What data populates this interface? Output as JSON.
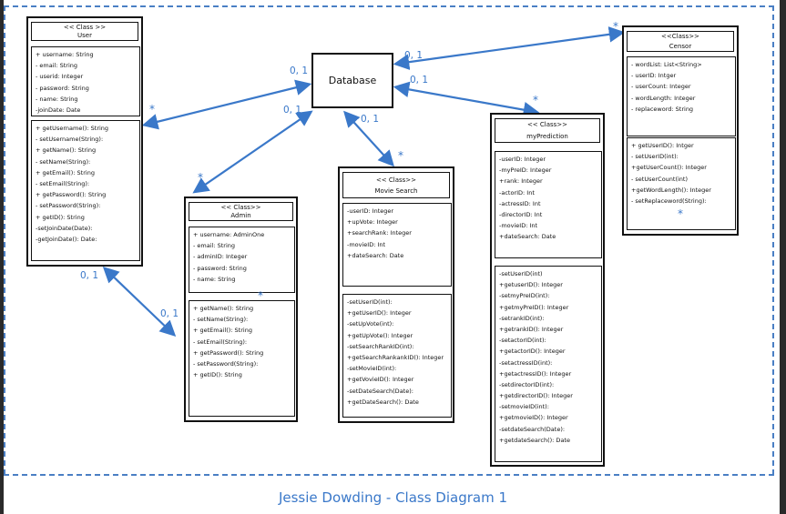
{
  "title": "Jessie Dowding - Class Diagram 1",
  "database_label": "Database",
  "classes": {
    "user": {
      "stereotype": "<< Class >>",
      "name": "User",
      "attributes": [
        "+ username: String",
        "- email: String",
        "- userid: Integer",
        "- password: String",
        "- name: String",
        "-joinDate: Date"
      ],
      "methods": [
        "+ getUsername(): String",
        "- setUsername(String):",
        "+ getName(): String",
        "- setName(String):",
        "+ getEmail(): String",
        "- setEmail(String):",
        "+ getPassword(): String",
        "- setPassword(String):",
        "+ getID(): String",
        "-setJoinDate(Date):",
        "-getJoinDate(): Date:"
      ]
    },
    "admin": {
      "stereotype": "<< Class>>",
      "name": "Admin",
      "attributes": [
        "+ username: AdminOne",
        "- email: String",
        "- adminID: Integer",
        "- password: String",
        "- name: String"
      ],
      "methods": [
        "+ getName(): String",
        "- setName(String):",
        "+ getEmail(): String",
        "- setEmail(String):",
        "+ getPassword(): String",
        "- setPassword(String):",
        "+ getID(): String"
      ]
    },
    "movie_search": {
      "stereotype": "<< Class>>",
      "name": "Movie Search",
      "attributes": [
        "-userID: Integer",
        "+upVote: Integer",
        "+searchRank: Integer",
        "-movieID: Int",
        "+dateSearch: Date"
      ],
      "methods": [
        "-setUserID(int):",
        "+getUserID(): Integer",
        "-setUpVote(int):",
        "+getUpVote(): Integer",
        "-setSearchRankID(int):",
        "+getSearchRankankID(): Integer",
        "-setMovieID(int):",
        "+getVovieID(): Integer",
        "-setDateSearch(Date):",
        "+getDateSearch(): Date"
      ]
    },
    "my_prediction": {
      "stereotype": "<< Class>>",
      "name": "myPrediction",
      "attributes": [
        "-userID: Integer",
        "-myPreID: Integer",
        "+rank: Integer",
        "-actorID: Int",
        "-actressID: Int",
        "-directorID: Int",
        "-movieID: Int",
        "+dateSearch: Date"
      ],
      "methods": [
        "-setUserID(int)",
        "+getuserID(): Integer",
        "-setmyPreID(int):",
        "+getmyPreID(): Integer",
        "-setrankID(int):",
        "+getrankID(): Integer",
        "-setactorID(int):",
        "+getactorID(): Integer",
        "-setactressID(int):",
        "+getactressID(): Integer",
        "-setdirectorID(int):",
        "+getdirectorID(): Integer",
        "-setmovieID(int):",
        "+getmovieID(): Integer",
        "-setdateSearch(Date):",
        "+getdateSearch(): Date"
      ]
    },
    "censor": {
      "stereotype": "<<Class>>",
      "name": "Censor",
      "attributes": [
        "- wordList: List<String>",
        "- userID: Intger",
        "- userCount: Integer",
        "- wordLength: Integer",
        "- replaceword: String"
      ],
      "methods": [
        "+ getUserID(): Intger",
        "- setUserID(int):",
        "+getUserCount(): Integer",
        "- setUserCount(int)",
        "+getWordLength(): Integer",
        "- setReplaceword(String):"
      ]
    }
  },
  "multiplicity": {
    "db_user": "0, 1",
    "db_admin": "0, 1",
    "db_movie": "0, 1",
    "db_censor_top": "0, 1",
    "db_censor_bottom": "0, 1",
    "user_admin_user": "0, 1",
    "user_admin_admin": "0, 1",
    "many": "*"
  },
  "colors": {
    "connector": "#3a78c9",
    "frame": "#4a7fc4",
    "outline": "#111111"
  }
}
